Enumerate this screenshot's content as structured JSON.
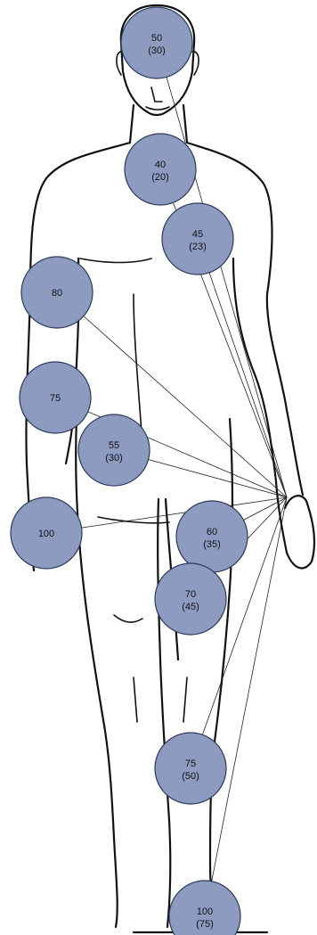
{
  "colors": {
    "marker_fill": "#8e9bc1",
    "marker_stroke": "#2d3a5c",
    "outline": "#111111",
    "background": "#ffffff"
  },
  "markers": [
    {
      "id": "head",
      "value": "50",
      "secondary": "(30)"
    },
    {
      "id": "neck",
      "value": "40",
      "secondary": "(20)"
    },
    {
      "id": "left-shoulder",
      "value": "45",
      "secondary": "(23)"
    },
    {
      "id": "right-upper-arm",
      "value": "80",
      "secondary": ""
    },
    {
      "id": "right-elbow",
      "value": "75",
      "secondary": ""
    },
    {
      "id": "abdomen",
      "value": "55",
      "secondary": "(30)"
    },
    {
      "id": "right-hand",
      "value": "100",
      "secondary": ""
    },
    {
      "id": "left-thigh",
      "value": "60",
      "secondary": "(35)"
    },
    {
      "id": "knee",
      "value": "70",
      "secondary": "(45)"
    },
    {
      "id": "shin",
      "value": "75",
      "secondary": "(50)"
    },
    {
      "id": "foot",
      "value": "100",
      "secondary": "(75)"
    }
  ]
}
